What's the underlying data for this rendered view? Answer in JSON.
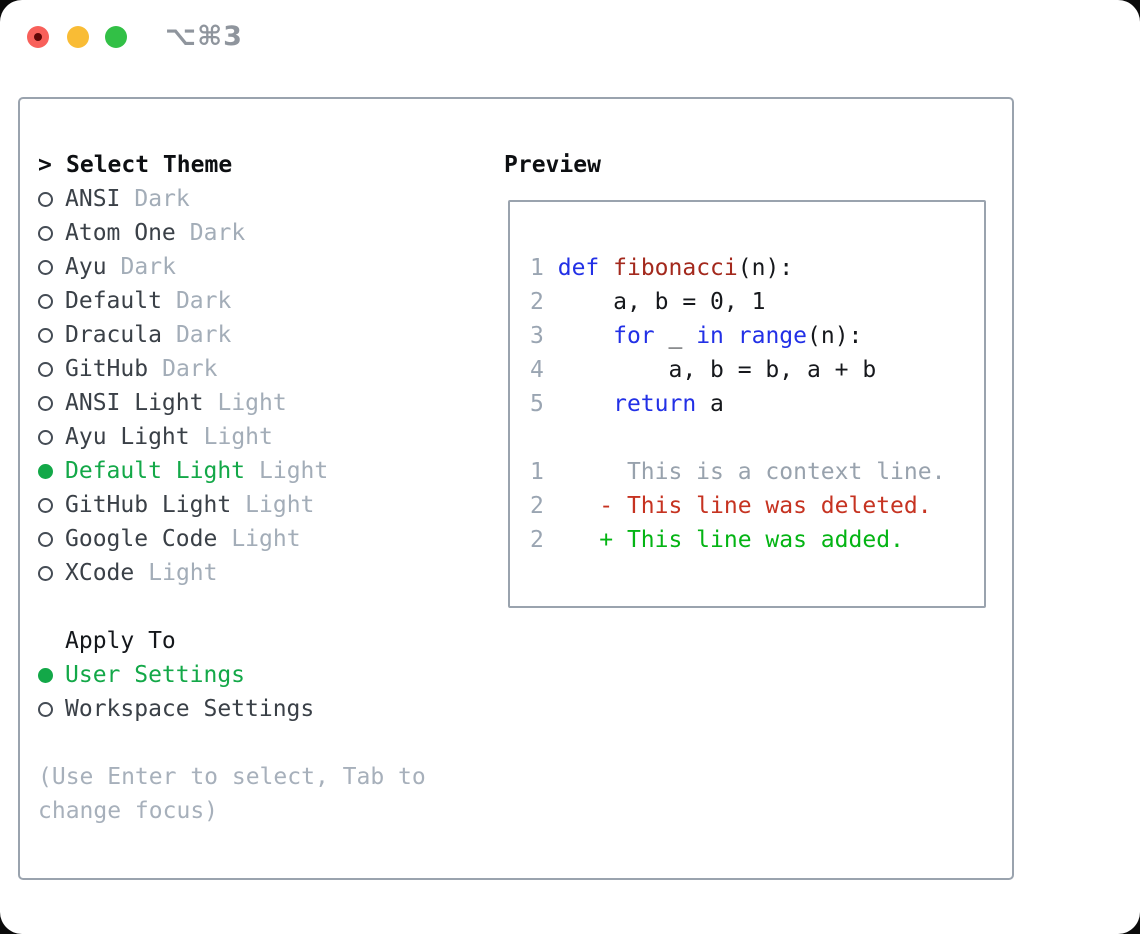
{
  "window": {
    "title": "⌥⌘3",
    "traffic_lights": {
      "close": "#f8605a",
      "minimize": "#f9bc35",
      "zoom": "#32c046"
    }
  },
  "selector": {
    "prompt_marker": ">",
    "title": "Select Theme",
    "items": [
      {
        "name": "ANSI",
        "variant": "Dark",
        "selected": false
      },
      {
        "name": "Atom One",
        "variant": "Dark",
        "selected": false
      },
      {
        "name": "Ayu",
        "variant": "Dark",
        "selected": false
      },
      {
        "name": "Default",
        "variant": "Dark",
        "selected": false
      },
      {
        "name": "Dracula",
        "variant": "Dark",
        "selected": false
      },
      {
        "name": "GitHub",
        "variant": "Dark",
        "selected": false
      },
      {
        "name": "ANSI Light",
        "variant": "Light",
        "selected": false
      },
      {
        "name": "Ayu Light",
        "variant": "Light",
        "selected": false
      },
      {
        "name": "Default Light",
        "variant": "Light",
        "selected": true
      },
      {
        "name": "GitHub Light",
        "variant": "Light",
        "selected": false
      },
      {
        "name": "Google Code",
        "variant": "Light",
        "selected": false
      },
      {
        "name": "XCode",
        "variant": "Light",
        "selected": false
      }
    ],
    "apply_to": {
      "title": "Apply To",
      "options": [
        {
          "label": "User Settings",
          "selected": true
        },
        {
          "label": "Workspace Settings",
          "selected": false
        }
      ]
    },
    "hint": "(Use Enter to select, Tab to change focus)",
    "selection_color": "#13a848"
  },
  "preview": {
    "title": "Preview",
    "colors": {
      "keyword": "#2230e6",
      "function": "#a3291d",
      "deleted": "#c63321",
      "added": "#04b414",
      "line_number": "#9aa5b2"
    },
    "lines": [
      {
        "num": "1",
        "t1": " ",
        "kw": "def",
        "t2": " ",
        "fn": "fibonacci",
        "t3": "(n):"
      },
      {
        "num": "2",
        "t1": "     a, b = 0, 1"
      },
      {
        "num": "3",
        "t1": "     ",
        "kw1": "for",
        "t2": " _ ",
        "kw2": "in",
        "t3": " ",
        "kw3": "range",
        "t4": "(n):"
      },
      {
        "num": "4",
        "t1": "         a, b = b, a + b"
      },
      {
        "num": "5",
        "t1": "     ",
        "kw": "return",
        "t2": " a"
      },
      {
        "blank": " "
      },
      {
        "num": "1",
        "ctx": "      This is a context line."
      },
      {
        "num": "2",
        "t1": "    ",
        "del": "- This line was deleted."
      },
      {
        "num": "2",
        "t1": "    ",
        "add": "+ This line was added."
      }
    ]
  }
}
